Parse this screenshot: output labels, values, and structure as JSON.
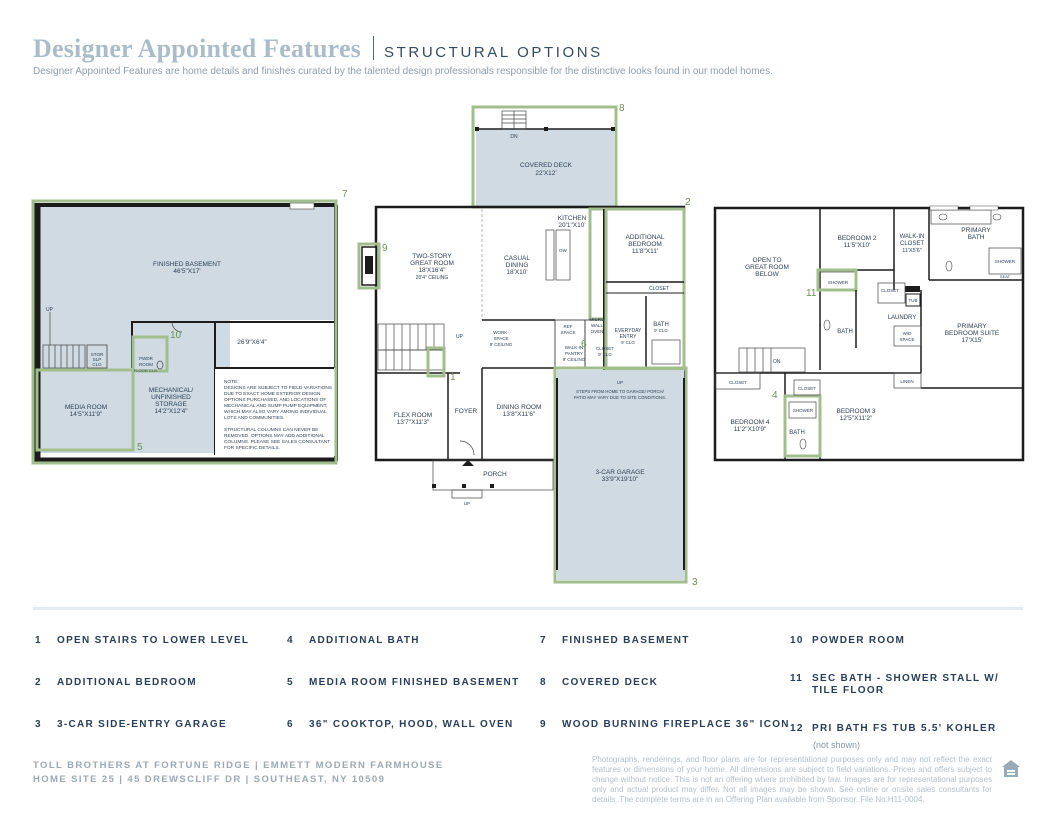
{
  "header": {
    "title": "Designer Appointed Features",
    "subtitle": "STRUCTURAL OPTIONS",
    "intro": "Designer Appointed Features are home details and finishes curated by the talented design professionals responsible for the distinctive looks found in our model homes."
  },
  "basement": {
    "finished_name": "FINISHED BASEMENT",
    "finished_dim": "46'5\"X17'",
    "annex_dim": "26'9\"X6'4\"",
    "media_name": "MEDIA ROOM",
    "media_dim": "14'5\"X11'9\"",
    "mech_line1": "MECHANICAL/",
    "mech_line2": "UNFINISHED",
    "mech_line3": "STORAGE",
    "mech_dim": "14'2\"X12'4\"",
    "pwdr1": "PWDR",
    "pwdr2": "ROOM",
    "pwdr3": "FLOOR CLG.",
    "stor1": "STOR",
    "stor2": "SLP",
    "stor3": "CLG",
    "up": "UP",
    "note": [
      "NOTE:",
      "DESIGNS ARE SUBJECT TO FIELD VARIATIONS",
      "DUE TO EXACT HOME EXTERIOR DESIGN",
      "OPTIONS PURCHASED, AND LOCATIONS OF",
      "MECHANICAL AND SUMP PUMP EQUIPMENT,",
      "WHICH MAY ALSO VARY AMONG INDIVIDUAL",
      "LOTS AND COMMUNITIES.",
      "",
      "STRUCTURAL COLUMNS CAN NEVER BE",
      "REMOVED. OPTIONS MAY ADD ADDITIONAL",
      "COLUMNS. PLEASE SEE SALES CONSULTANT",
      "FOR SPECIFIC DETAILS."
    ]
  },
  "first_floor": {
    "deck_name": "COVERED DECK",
    "deck_dim": "22'X12'",
    "dn": "DN",
    "great1": "TWO-STORY",
    "great2": "GREAT ROOM",
    "great_dim": "18'X16'4\"",
    "great_clg": "20'4\" CEILING",
    "dining1": "CASUAL",
    "dining2": "DINING",
    "dining_dim": "18'X10'",
    "kitchen_name": "KITCHEN",
    "kitchen_dim": "20'1\"X10'",
    "dw": "DW",
    "addbed1": "ADDITIONAL",
    "addbed2": "BEDROOM",
    "addbed_dim": "11'8\"X11'",
    "closet": "CLOSET",
    "bath": "BATH",
    "bath_clg": "9' CLG",
    "everyday1": "EVERYDAY",
    "everyday2": "ENTRY",
    "everyday3": "9' CLG",
    "micro": "MICRO",
    "wall": "WALL",
    "oven": "OVEN",
    "ref1": "REF",
    "ref2": "SPACE",
    "work1": "WORK-",
    "work2": "SPACE",
    "work3": "9' CEILING",
    "pantry1": "WALK-IN",
    "pantry2": "PANTRY",
    "pantry3": "9' CEILING",
    "closet_clg1": "CLOSET",
    "closet_clg2": "9' CLG",
    "up": "UP",
    "steps1": "STEPS FROM HOME TO GARAGE/ PORCH/",
    "steps2": "PATIO MAY VARY DUE TO SITE CONDITIONS.",
    "flex_name": "FLEX ROOM",
    "flex_dim": "13'7\"X11'3\"",
    "foyer": "FOYER",
    "diningroom_name": "DINING ROOM",
    "diningroom_dim": "13'8\"X11'6\"",
    "garage_name": "3-CAR GARAGE",
    "garage_dim": "33'9\"X19'10\"",
    "porch": "PORCH"
  },
  "second_floor": {
    "open1": "OPEN TO",
    "open2": "GREAT ROOM",
    "open3": "BELOW",
    "bed2_name": "BEDROOM 2",
    "bed2_dim": "11'5\"X10'",
    "wic1": "WALK-IN",
    "wic2": "CLOSET",
    "wic_dim": "11'X5'6\"",
    "pbath1": "PRIMARY",
    "pbath2": "BATH",
    "shower": "SHOWER",
    "seat": "SEAT",
    "tub": "TUB",
    "closet": "CLOSET",
    "bath": "BATH",
    "laundry": "LAUNDRY",
    "wd1": "W/D",
    "wd2": "SPACE",
    "suite1": "PRIMARY",
    "suite2": "BEDROOM SUITE",
    "suite_dim": "17'X15'",
    "on": "ON",
    "linen": "LINEN",
    "bed4_name": "BEDROOM 4",
    "bed4_dim": "11'2\"X10'9\"",
    "bed3_name": "BEDROOM 3",
    "bed3_dim": "12'5\"X11'2\""
  },
  "markers": {
    "m1": "1",
    "m2": "2",
    "m3": "3",
    "m4": "4",
    "m5": "5",
    "m6": "6",
    "m7": "7",
    "m8": "8",
    "m9": "9",
    "m10": "10",
    "m11": "11"
  },
  "legend": [
    {
      "num": "1",
      "label": "OPEN STAIRS TO LOWER LEVEL"
    },
    {
      "num": "2",
      "label": "ADDITIONAL BEDROOM"
    },
    {
      "num": "3",
      "label": "3-CAR SIDE-ENTRY GARAGE"
    },
    {
      "num": "4",
      "label": "ADDITIONAL BATH"
    },
    {
      "num": "5",
      "label": "MEDIA ROOM FINISHED BASEMENT"
    },
    {
      "num": "6",
      "label": "36\" COOKTOP, HOOD, WALL OVEN"
    },
    {
      "num": "7",
      "label": "FINISHED BASEMENT"
    },
    {
      "num": "8",
      "label": "COVERED DECK"
    },
    {
      "num": "9",
      "label": "WOOD BURNING FIREPLACE 36\" ICON"
    },
    {
      "num": "10",
      "label": "POWDER ROOM"
    },
    {
      "num": "11",
      "label": "SEC BATH - SHOWER STALL W/ TILE FLOOR"
    },
    {
      "num": "12",
      "label": "PRI BATH FS TUB 5.5' KOHLER"
    }
  ],
  "legend_note": "(not shown)",
  "footer": {
    "line1": "TOLL BROTHERS AT FORTUNE RIDGE  |  EMMETT MODERN FARMHOUSE",
    "line2": "HOME SITE 25  |  45 DREWSCLIFF DR  |  SOUTHEAST, NY 10509",
    "disclaimer": "Photographs, renderings, and floor plans are for representational purposes only and may not reflect the exact features or dimensions of your home. All dimensions are subject to field variations. Prices and offers subject to change without notice. This is not an offering where prohibited by law. Images are for representational purposes only and actual product may differ. Not all images may be shown. See online or onsite sales consultants for details. The complete terms are in an Offering Plan available from Sponsor. File No.H11-0004."
  },
  "colors": {
    "highlight": "#9fb98b",
    "room_fill": "#cfdae3",
    "wall": "#1c1c1c",
    "title": "#a9bcc8",
    "legend_text": "#283e58"
  }
}
